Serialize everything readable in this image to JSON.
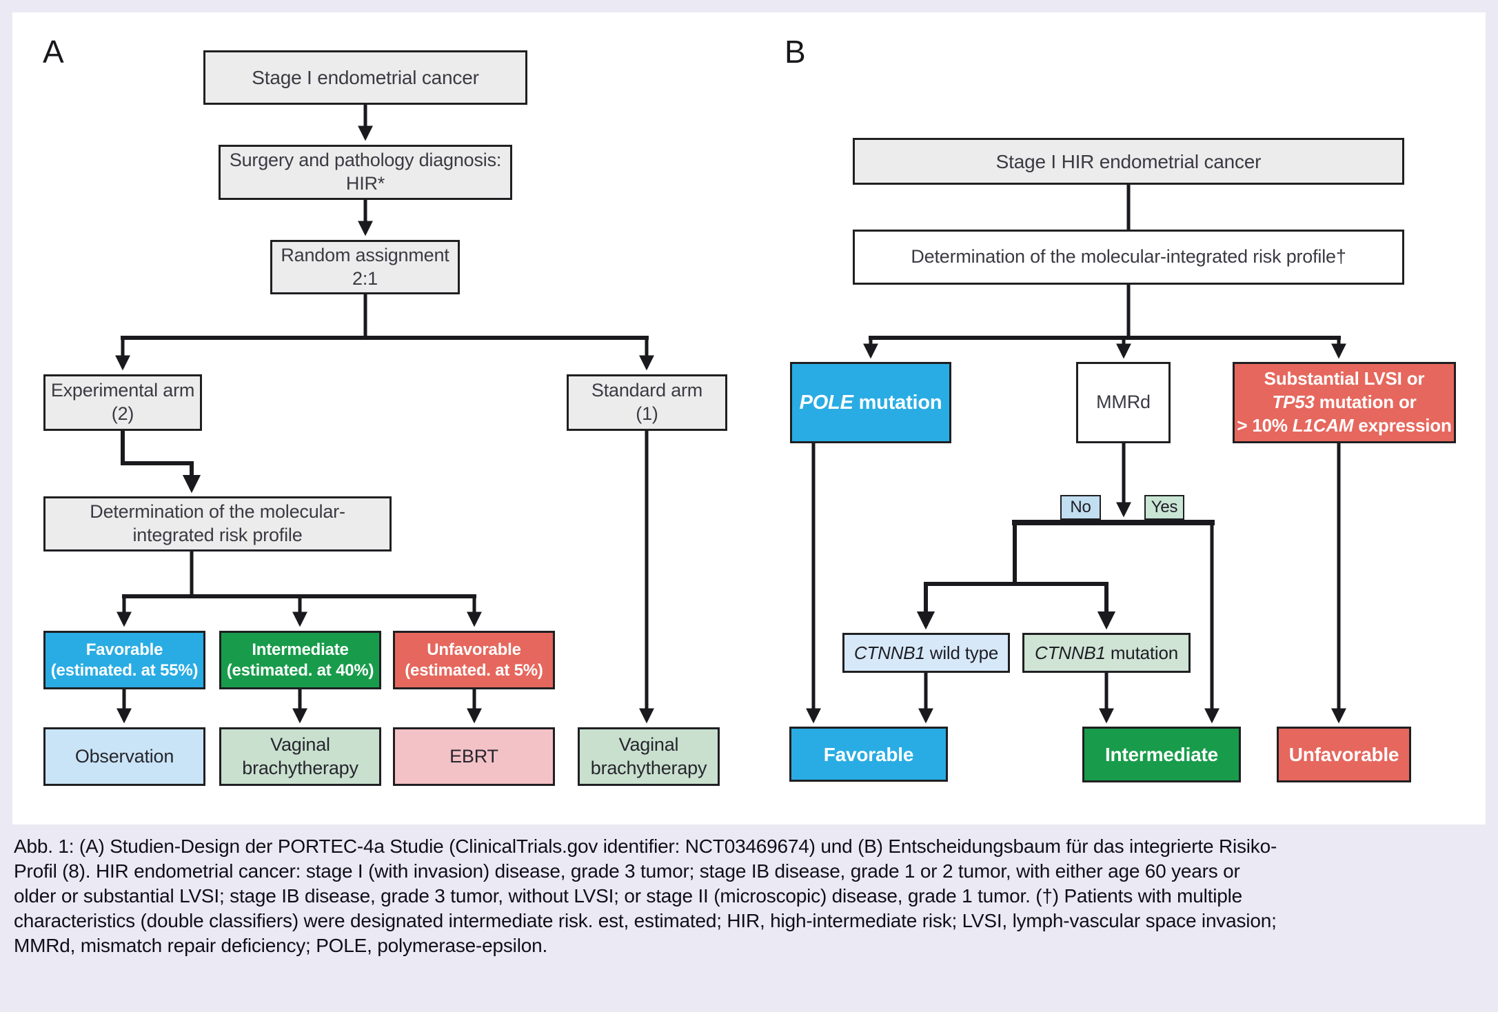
{
  "figure": {
    "panel_a": {
      "label": "A",
      "nodes": {
        "stage": "Stage I endometrial cancer",
        "surgery": "Surgery and pathology diagnosis:\nHIR*",
        "random_assignment": "Random assignment\n2:1",
        "experimental_arm": "Experimental arm\n(2)",
        "standard_arm": "Standard arm\n(1)",
        "determination": "Determination of the molecular-\nintegrated risk profile",
        "favorable": "Favorable\n(estimated. at 55%)",
        "intermediate": "Intermediate\n(estimated. at 40%)",
        "unfavorable": "Unfavorable\n(estimated. at 5%)",
        "observation": "Observation",
        "vaginal_brachytherapy": "Vaginal\nbrachytherapy",
        "ebrt": "EBRT",
        "vaginal_brachytherapy_standard": "Vaginal\nbrachytherapy"
      }
    },
    "panel_b": {
      "label": "B",
      "nodes": {
        "stage": "Stage I HIR endometrial cancer",
        "determination": "Determination of the molecular-integrated risk profile†",
        "pole": {
          "gene": "POLE",
          "rest": " mutation"
        },
        "mmrd": "MMRd",
        "lvsi": {
          "line1": "Substantial LVSI or",
          "line2_gene": "TP53",
          "line2_rest": " mutation or",
          "line3_pre": "> 10% ",
          "line3_gene": "L1CAM",
          "line3_rest": " expression"
        },
        "no_label": "No",
        "yes_label": "Yes",
        "ctnnb1_wild_type": {
          "gene": "CTNNB1",
          "rest": " wild type"
        },
        "ctnnb1_mutation": {
          "gene": "CTNNB1",
          "rest": " mutation"
        },
        "favorable": "Favorable",
        "intermediate": "Intermediate",
        "unfavorable": "Unfavorable"
      }
    },
    "caption_lines": [
      "Abb. 1: (A) Studien-Design der PORTEC-4a Studie (ClinicalTrials.gov identifier: NCT03469674) und (B) Entscheidungsbaum für das integrierte Risiko-",
      "Profil (8). HIR endometrial cancer: stage I (with invasion) disease, grade 3 tumor; stage IB disease, grade 1 or 2 tumor, with either age 60 years or",
      "older or substantial LVSI; stage IB disease, grade 3 tumor, without LVSI; or stage II (microscopic) disease, grade 1 tumor. (†) Patients with multiple",
      "characteristics (double classifiers) were designated intermediate risk. est, estimated; HIR, high-intermediate risk; LVSI, lymph-vascular space invasion;",
      "MMRd, mismatch repair deficiency; POLE, polymerase-epsilon."
    ],
    "colors": {
      "background": "#EBE9F4",
      "panel": "#FFFFFF",
      "box_gray": "#ECECEC",
      "blue": "#29ACE3",
      "green": "#189C4B",
      "red": "#E6675D",
      "light_blue": "#C9E4F6",
      "light_green": "#C9E0CE",
      "light_pink": "#F3C2C7",
      "pale_blue": "#D7E9F8",
      "pale_green": "#CFE4D4",
      "no_fill": "#C2DEF1",
      "yes_fill": "#C9E5D4",
      "line": "#1A1A1E"
    }
  }
}
